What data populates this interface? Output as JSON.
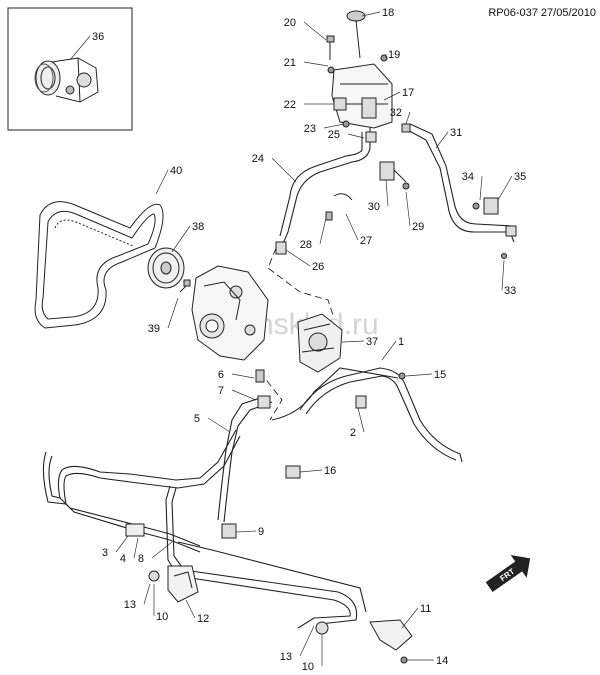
{
  "diagram": {
    "reference": "RP06-037 27/05/2010",
    "watermark": "amsklad.ru",
    "direction_marker": "FRT",
    "callouts": [
      "1",
      "2",
      "3",
      "4",
      "5",
      "6",
      "7",
      "8",
      "9",
      "10",
      "10",
      "11",
      "12",
      "13",
      "13",
      "14",
      "15",
      "16",
      "17",
      "18",
      "19",
      "20",
      "21",
      "22",
      "23",
      "24",
      "25",
      "26",
      "27",
      "28",
      "29",
      "30",
      "31",
      "32",
      "33",
      "34",
      "35",
      "36",
      "37",
      "38",
      "39",
      "40"
    ]
  }
}
